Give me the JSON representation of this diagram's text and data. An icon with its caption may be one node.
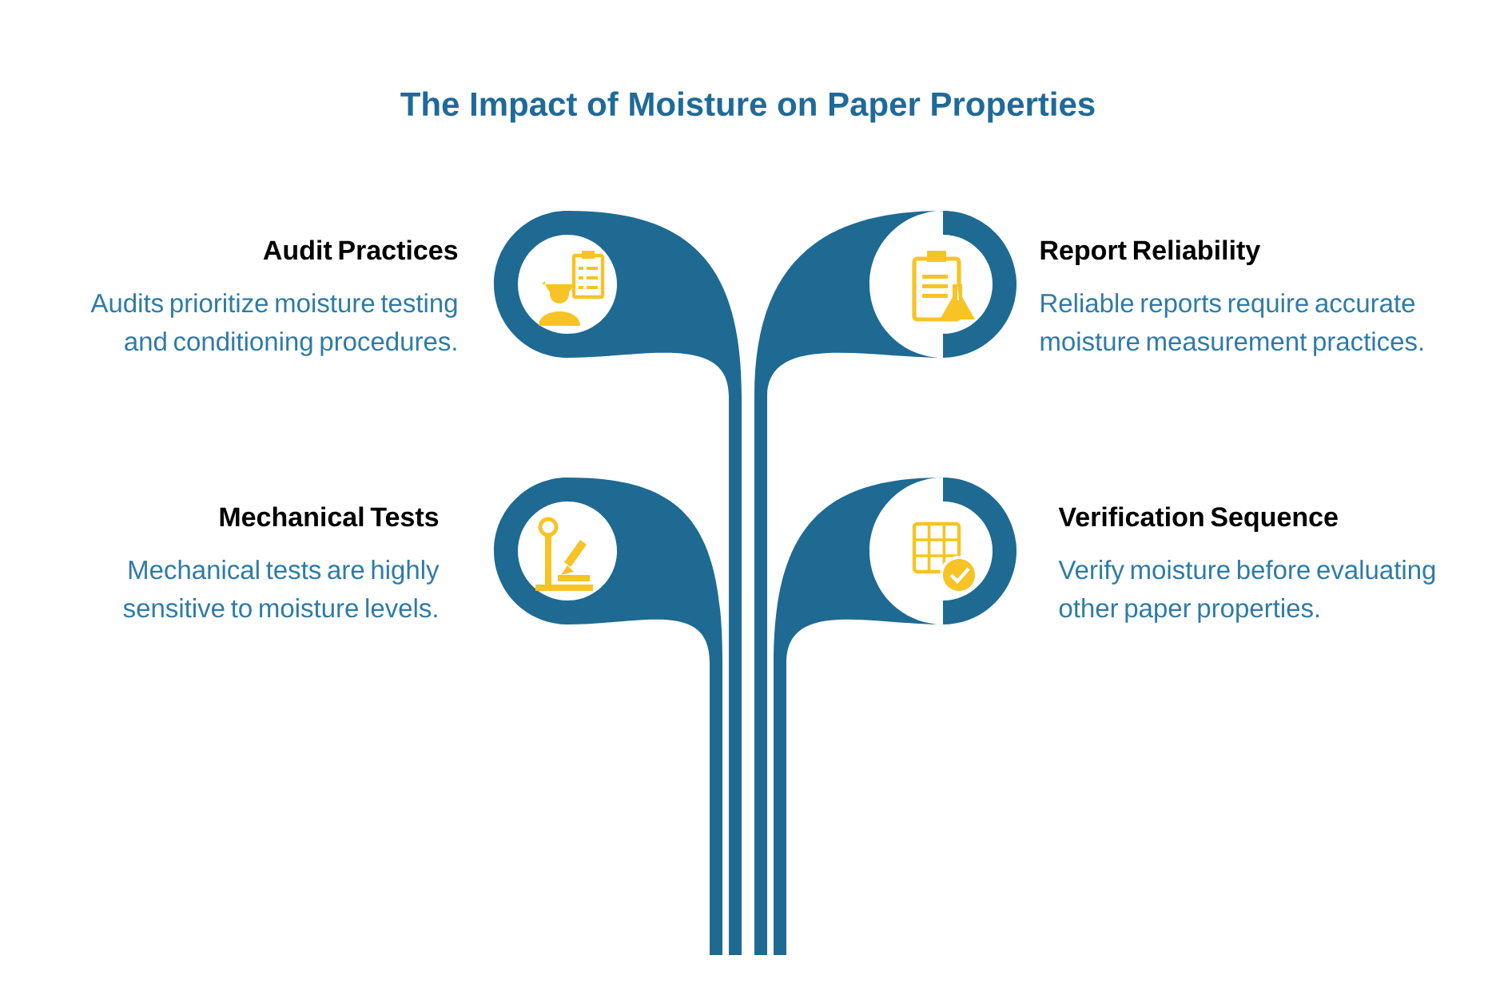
{
  "diagram": {
    "title": "The Impact of Moisture on Paper Properties",
    "nodes": [
      {
        "text": [
          "Audit Practices",
          "Audits prioritize moisture testing and conditioning procedures."
        ]
      },
      {
        "text": [
          "Report Reliability",
          "Reliable reports require accurate moisture measurement practices."
        ]
      },
      {
        "text": [
          "Mechanical Tests",
          "Mechanical tests are highly sensitive to moisture levels."
        ]
      },
      {
        "text": [
          "Verification Sequence",
          "Verify moisture before evaluating other paper properties."
        ]
      }
    ]
  }
}
